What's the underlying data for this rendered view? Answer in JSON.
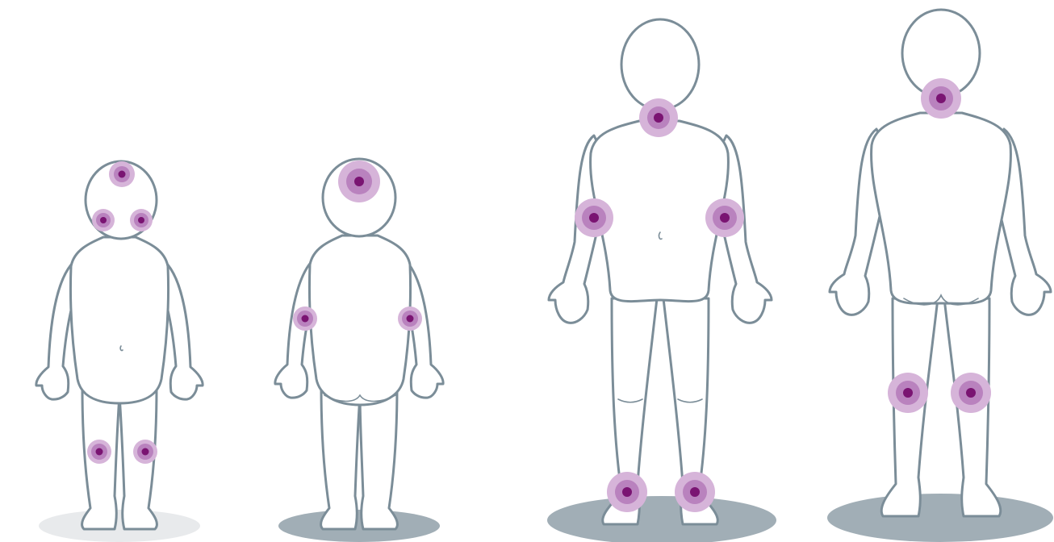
{
  "figures": [
    {
      "name": "infant-front",
      "view": "front",
      "age": "infant",
      "shadow": "light",
      "highlight_sites": [
        "crown",
        "cheek-left",
        "cheek-right",
        "knee-left",
        "knee-right"
      ]
    },
    {
      "name": "infant-back",
      "view": "back",
      "age": "infant",
      "shadow": "dark",
      "highlight_sites": [
        "scalp",
        "elbow-left",
        "elbow-right"
      ]
    },
    {
      "name": "child-front",
      "view": "front",
      "age": "child",
      "shadow": "dark",
      "highlight_sites": [
        "neck",
        "elbow-left",
        "elbow-right",
        "ankle-left",
        "ankle-right"
      ]
    },
    {
      "name": "child-back",
      "view": "back",
      "age": "child",
      "shadow": "dark",
      "highlight_sites": [
        "neck",
        "knee-left",
        "knee-right"
      ]
    }
  ],
  "colors": {
    "outline": "#7b8d98",
    "body": "#ffffff",
    "shadow_light": "#e8eaec",
    "shadow_dark": "#a1aeb6",
    "marker_outer": "#d6b4d9",
    "marker_mid": "#b982be",
    "marker_core": "#7a1472"
  }
}
